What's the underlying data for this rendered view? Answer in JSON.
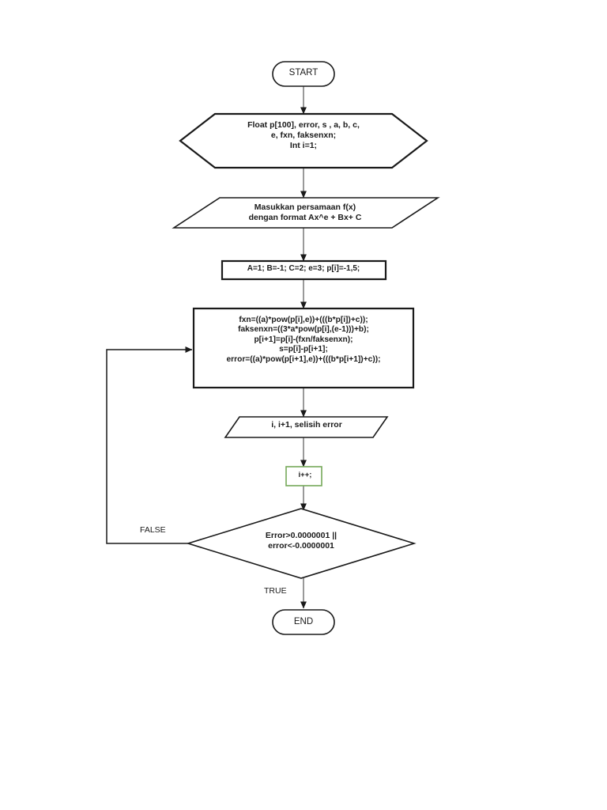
{
  "diagram": {
    "title": "Newton-Raphson method flowchart",
    "colors": {
      "shape_stroke": "#1a1a1a",
      "connector_stroke": "#808080",
      "arrowhead": "#1a1a1a",
      "highlight_box_stroke": "#76a95a",
      "background": "#ffffff",
      "text": "#1a1a1a"
    },
    "nodes": [
      {
        "id": "start",
        "shape": "terminator",
        "text": "START"
      },
      {
        "id": "declare",
        "shape": "hexagon",
        "text": "Float p[100], error, s , a, b, c,\ne, fxn, faksenxn;\nInt i=1;"
      },
      {
        "id": "input",
        "shape": "parallelogram",
        "text": "Masukkan persamaan f(x)\ndengan format  Ax^e + Bx+ C"
      },
      {
        "id": "init",
        "shape": "rectangle",
        "text": "A=1; B=-1; C=2; e=3; p[i]=-1,5;"
      },
      {
        "id": "process",
        "shape": "rectangle",
        "text": "fxn=((a)*pow(p[i],e))+(((b*p[i])+c));\nfaksenxn=((3*a*pow(p[i],(e-1)))+b);\np[i+1]=p[i]-(fxn/faksenxn);\ns=p[i]-p[i+1];\nerror=((a)*pow(p[i+1],e))+(((b*p[i+1])+c));"
      },
      {
        "id": "output",
        "shape": "parallelogram",
        "text": "i, i+1, selisih error"
      },
      {
        "id": "increment",
        "shape": "rectangle",
        "text": "i++;"
      },
      {
        "id": "decision",
        "shape": "diamond",
        "text": "Error>0.0000001 ||\nerror<-0.0000001"
      },
      {
        "id": "end",
        "shape": "terminator",
        "text": "END"
      }
    ],
    "edges": [
      {
        "from": "start",
        "to": "declare",
        "label": ""
      },
      {
        "from": "declare",
        "to": "input",
        "label": ""
      },
      {
        "from": "input",
        "to": "init",
        "label": ""
      },
      {
        "from": "init",
        "to": "process",
        "label": ""
      },
      {
        "from": "process",
        "to": "output",
        "label": ""
      },
      {
        "from": "output",
        "to": "increment",
        "label": ""
      },
      {
        "from": "increment",
        "to": "decision",
        "label": ""
      },
      {
        "from": "decision",
        "to": "process",
        "label": "FALSE"
      },
      {
        "from": "decision",
        "to": "end",
        "label": "TRUE"
      }
    ],
    "labels": {
      "false": "FALSE",
      "true": "TRUE"
    }
  }
}
